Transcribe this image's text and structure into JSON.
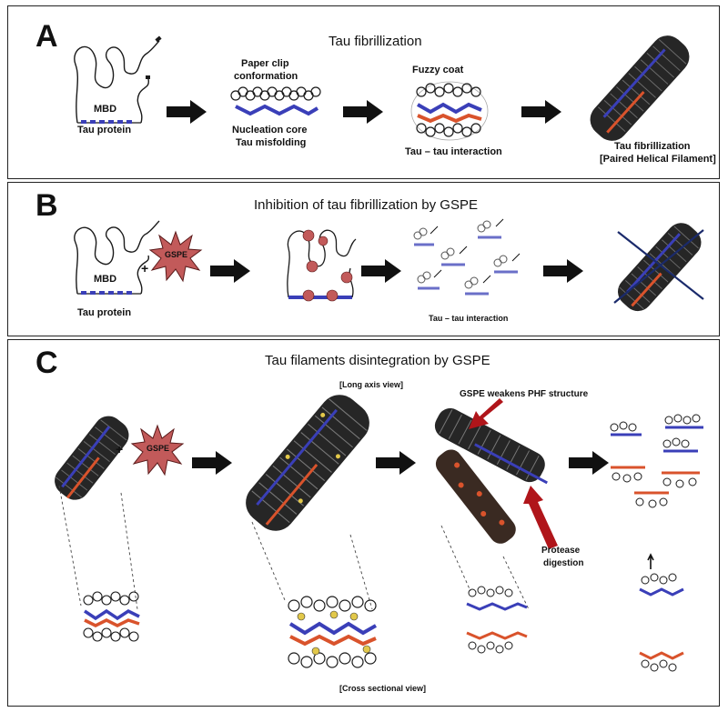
{
  "panels": {
    "a": {
      "letter": "A",
      "title": "Tau fibrillization",
      "labels": {
        "mbd": "MBD",
        "tau_protein": "Tau protein",
        "paper_clip_1": "Paper clip",
        "paper_clip_2": "conformation",
        "nucleation_1": "Nucleation core",
        "nucleation_2": "Tau misfolding",
        "fuzzy_coat": "Fuzzy coat",
        "tau_tau": "Tau – tau interaction",
        "fibril_1": "Tau fibrillization",
        "fibril_2": "[Paired Helical Filament]"
      }
    },
    "b": {
      "letter": "B",
      "title": "Inhibition of tau fibrillization by GSPE",
      "labels": {
        "mbd": "MBD",
        "tau_protein": "Tau protein",
        "plus": "+",
        "gspe": "GSPE",
        "tau_tau": "Tau – tau interaction"
      }
    },
    "c": {
      "letter": "C",
      "title": "Tau filaments disintegration by GSPE",
      "labels": {
        "long_axis": "[Long axis view]",
        "weakens": "GSPE weakens PHF structure",
        "plus": "+",
        "gspe": "GSPE",
        "protease_1": "Protease",
        "protease_2": "digestion",
        "cross_section": "[Cross sectional view]"
      }
    }
  },
  "colors": {
    "border": "#222222",
    "arrow": "#111111",
    "gspe_fill": "#c25a5a",
    "mbd_blue": "#3a3fb8",
    "core_red": "#d9532c",
    "pointer_red": "#b0151a",
    "cross_line": "#1a2a6b",
    "chain": "#1a1a1a"
  }
}
